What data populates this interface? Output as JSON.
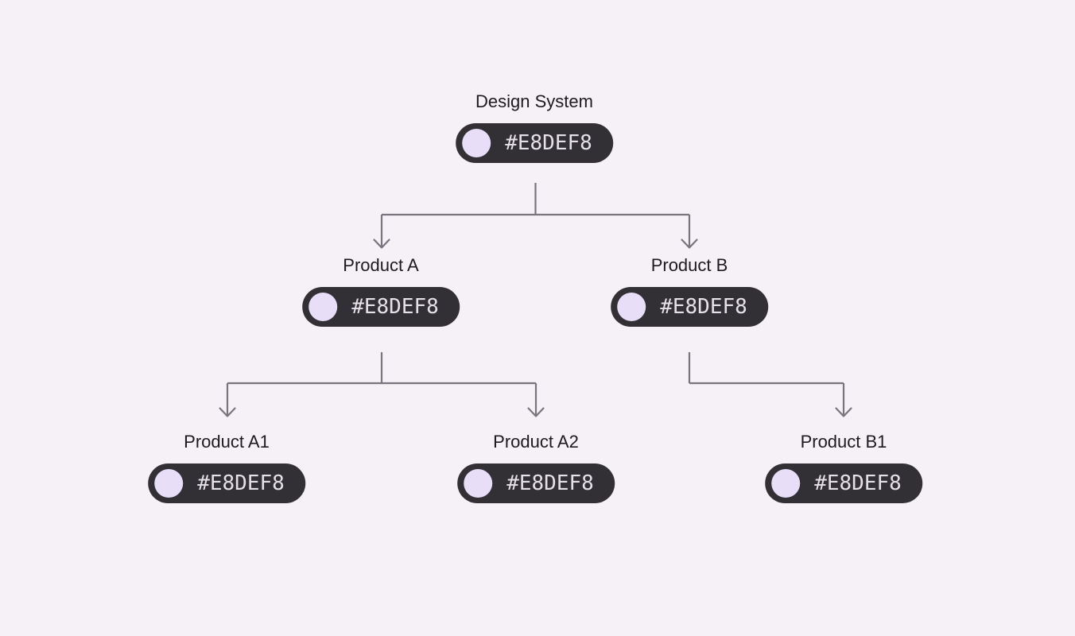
{
  "diagram": {
    "nodes": {
      "design_system": {
        "label": "Design System",
        "hex": "#E8DEF8",
        "swatch": "#E8DEF8"
      },
      "product_a": {
        "label": "Product A",
        "hex": "#E8DEF8",
        "swatch": "#E8DEF8"
      },
      "product_b": {
        "label": "Product B",
        "hex": "#E8DEF8",
        "swatch": "#E8DEF8"
      },
      "product_a1": {
        "label": "Product A1",
        "hex": "#E8DEF8",
        "swatch": "#E8DEF8"
      },
      "product_a2": {
        "label": "Product A2",
        "hex": "#E8DEF8",
        "swatch": "#E8DEF8"
      },
      "product_b1": {
        "label": "Product B1",
        "hex": "#E8DEF8",
        "swatch": "#E8DEF8"
      }
    },
    "colors": {
      "background": "#F5F1F6",
      "chip_background": "#322F35",
      "chip_text": "#E6E0E9",
      "swatch": "#E8DEF8",
      "connector": "#79747E",
      "label_text": "#1D1B20"
    }
  }
}
